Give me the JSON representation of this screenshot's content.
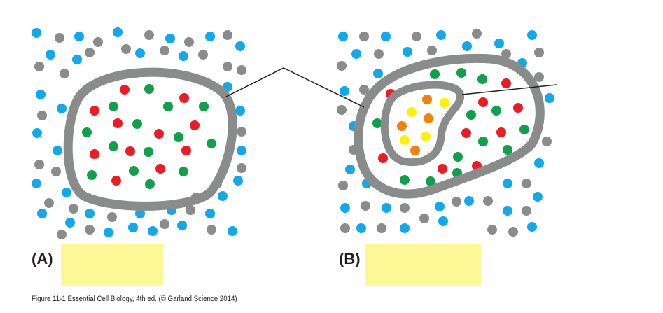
{
  "panels": [
    {
      "label": "(A)",
      "description_box": ""
    },
    {
      "label": "(B)",
      "description_box": ""
    }
  ],
  "caption": "Figure 11-1  Essential Cell Biology, 4th ed. (© Garland Science 2014)",
  "colors": {
    "membrane": "#8a8c8c",
    "blue": "#12a9ec",
    "gray": "#8a8c8c",
    "red": "#ec1c24",
    "green": "#10a04a",
    "orange": "#f0820f",
    "yellow": "#fff200",
    "label_box": "#fbf895",
    "line": "#231f20"
  }
}
